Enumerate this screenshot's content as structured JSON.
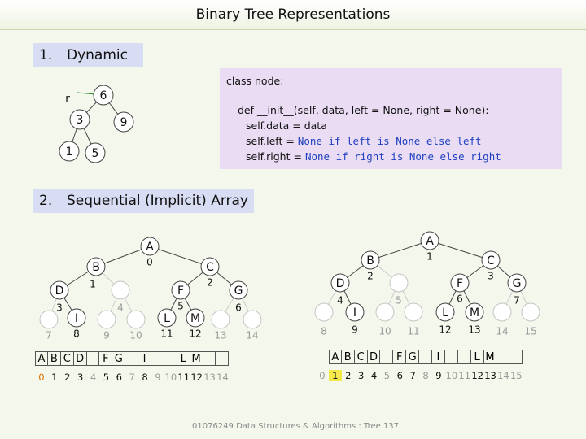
{
  "title": "Binary Tree Representations",
  "section1": {
    "num": "1.",
    "label": "Dynamic"
  },
  "section2": {
    "num": "2.",
    "label": "Sequential (Implicit) Array"
  },
  "code": {
    "header": "class node:",
    "line1": "def __init__(self, data, left = None, right = None):",
    "line2": "self.data = data",
    "line3a": "self.left = ",
    "line3b": "None if left is None else left",
    "line4a": "self.right = ",
    "line4b": "None if right is None else right"
  },
  "tree1": {
    "root_label": "r",
    "nodes": [
      "6",
      "3",
      "9",
      "1",
      "5"
    ]
  },
  "tree2": {
    "nodes": [
      {
        "label": "A",
        "index": "0"
      },
      {
        "label": "B",
        "index": "1"
      },
      {
        "label": "C",
        "index": "2"
      },
      {
        "label": "D",
        "index": "3"
      },
      {
        "label": "",
        "index": "4"
      },
      {
        "label": "F",
        "index": "5"
      },
      {
        "label": "G",
        "index": "6"
      },
      {
        "label": "",
        "index": "7"
      },
      {
        "label": "I",
        "index": "8"
      },
      {
        "label": "",
        "index": "9"
      },
      {
        "label": "",
        "index": "10"
      },
      {
        "label": "L",
        "index": "11"
      },
      {
        "label": "M",
        "index": "12"
      },
      {
        "label": "",
        "index": "13"
      },
      {
        "label": "",
        "index": "14"
      }
    ],
    "cells": [
      "A",
      "B",
      "C",
      "D",
      "",
      "F",
      "G",
      "",
      "I",
      "",
      "",
      "L",
      "M",
      "",
      ""
    ],
    "indices": [
      "0",
      "1",
      "2",
      "3",
      "4",
      "5",
      "6",
      "7",
      "8",
      "9",
      "10",
      "11",
      "12",
      "13",
      "14"
    ]
  },
  "tree3": {
    "nodes": [
      {
        "label": "",
        "index": "0"
      },
      {
        "label": "A",
        "index": "1"
      },
      {
        "label": "B",
        "index": "2"
      },
      {
        "label": "C",
        "index": "3"
      },
      {
        "label": "D",
        "index": "4"
      },
      {
        "label": "",
        "index": "5"
      },
      {
        "label": "F",
        "index": "6"
      },
      {
        "label": "G",
        "index": "7"
      },
      {
        "label": "",
        "index": "8"
      },
      {
        "label": "I",
        "index": "9"
      },
      {
        "label": "",
        "index": "10"
      },
      {
        "label": "",
        "index": "11"
      },
      {
        "label": "L",
        "index": "12"
      },
      {
        "label": "M",
        "index": "13"
      },
      {
        "label": "",
        "index": "14"
      },
      {
        "label": "",
        "index": "15"
      }
    ],
    "cells": [
      "",
      "A",
      "B",
      "C",
      "D",
      "",
      "F",
      "G",
      "",
      "I",
      "",
      "",
      "L",
      "M",
      "",
      ""
    ],
    "indices": [
      "0",
      "1",
      "2",
      "3",
      "4",
      "5",
      "6",
      "7",
      "8",
      "9",
      "10",
      "11",
      "12",
      "13",
      "14",
      "15"
    ]
  },
  "footer": "01076249 Data Structures & Algorithms : Tree 137",
  "colors": {
    "index_active": "#e07000",
    "index_dim": "#9a9a9a",
    "code_blue": "#2040c0"
  }
}
